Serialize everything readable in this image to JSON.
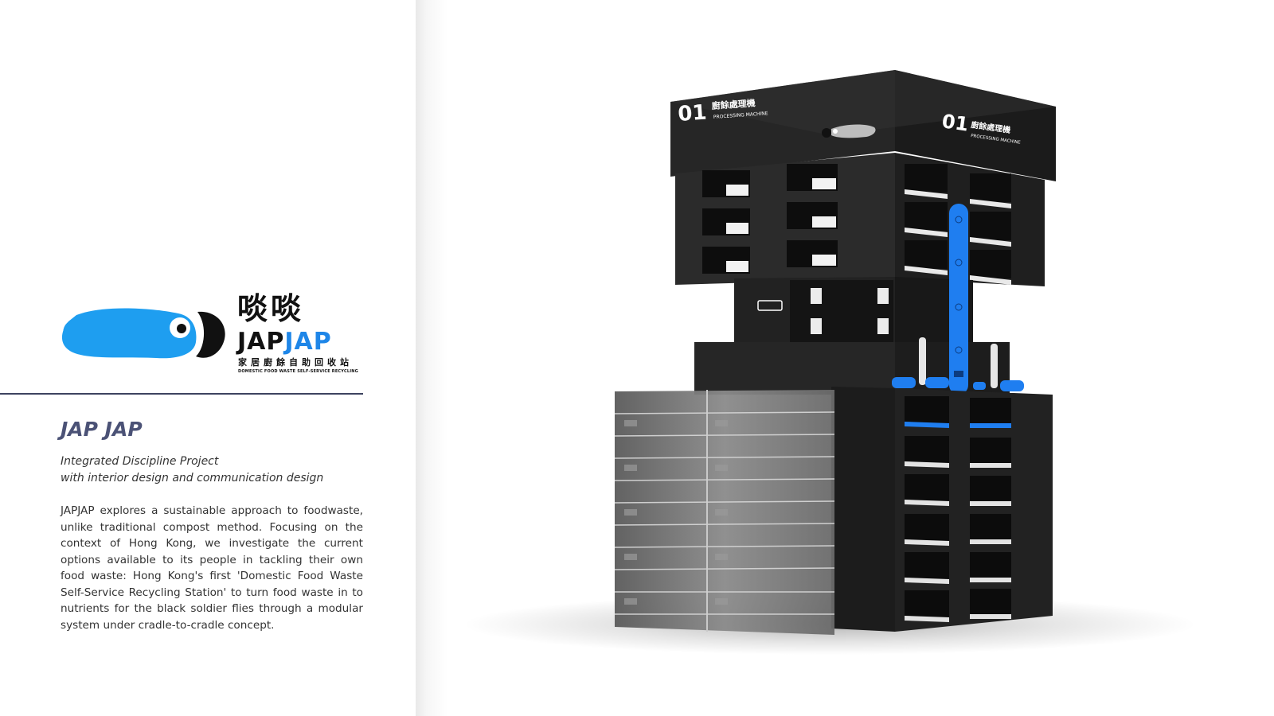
{
  "logo": {
    "name_cn": "啖啖",
    "name_en_part1": "JAP",
    "name_en_part2": "JAP",
    "subtitle_cn": "家居廚餘自助回收站",
    "subtitle_en": "DOMESTIC FOOD WASTE SELF-SERVICE RECYCLING",
    "brand_blue": "#1e86e8",
    "mascot_color": "#1e9ef0"
  },
  "project": {
    "title": "JAP JAP",
    "subtitle_line1": "Integrated Discipline Project",
    "subtitle_line2": "with interior design and communication design",
    "description": "JAPJAP explores a sustainable approach to foodwaste, unlike traditional compost method. Focusing on the context of Hong Kong, we investigate the current options available to its people in tackling their own food waste: Hong Kong's first 'Domestic Food Waste Self-Service Recycling Station' to turn food waste in to nutrients for the black soldier flies through a modular system under cradle-to-cradle concept."
  },
  "machine": {
    "label_number": "01",
    "label_cn": "廚餘處理機",
    "label_en": "PROCESSING MACHINE",
    "icon": "mascot-icon",
    "panel_color": "#1f7ef0",
    "body_color": "#262626"
  },
  "colors": {
    "title": "#4b5276",
    "divider": "#3d4360",
    "text": "#333333"
  }
}
